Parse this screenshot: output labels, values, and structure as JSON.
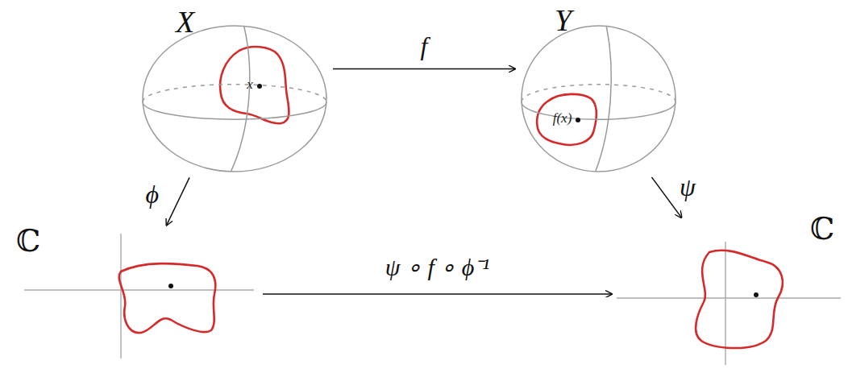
{
  "diagram": {
    "nodes": [
      {
        "text": [
          "X"
        ]
      },
      {
        "text": [
          "x"
        ],
        "in": 0
      },
      {
        "text": [
          "Y"
        ]
      },
      {
        "text": [
          "f(x)"
        ],
        "in": 2
      },
      {
        "text": [
          "ℂ"
        ]
      },
      {
        "text": [
          "ℂ"
        ]
      }
    ],
    "edges": [
      {
        "from": 0,
        "to": 2,
        "label": "f",
        "arrow": "to"
      },
      {
        "from": 0,
        "to": 4,
        "label": "ϕ",
        "arrow": "to"
      },
      {
        "from": 2,
        "to": 5,
        "label": "ψ",
        "arrow": "to"
      },
      {
        "from": 4,
        "to": 5,
        "label": "ψ ∘ f ∘ ϕ⁻¹",
        "arrow": "to"
      }
    ]
  }
}
